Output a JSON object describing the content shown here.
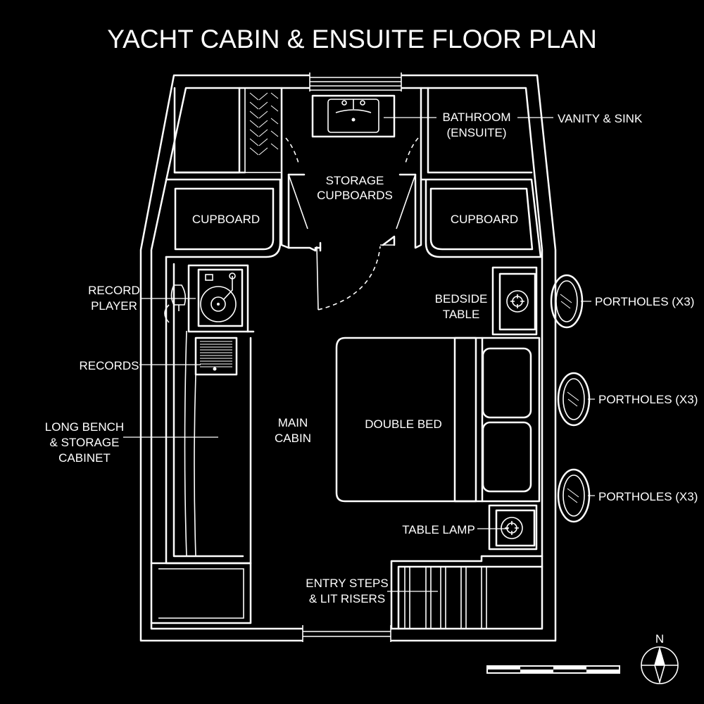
{
  "title": "YACHT CABIN & ENSUITE FLOOR PLAN",
  "labels": {
    "bathroom_1": "BATHROOM",
    "bathroom_2": "(ENSUITE)",
    "vanity": "VANITY & SINK",
    "storage_1": "STORAGE",
    "storage_2": "CUPBOARDS",
    "cupboard_left": "CUPBOARD",
    "cupboard_right": "CUPBOARD",
    "record_player_1": "RECORD",
    "record_player_2": "PLAYER",
    "records": "RECORDS",
    "bench_1": "LONG BENCH",
    "bench_2": "& STORAGE",
    "bench_3": "CABINET",
    "main_cabin_1": "MAIN",
    "main_cabin_2": "CABIN",
    "double_bed": "DOUBLE BED",
    "bedside_1": "BEDSIDE",
    "bedside_2": "TABLE",
    "table_lamp": "TABLE LAMP",
    "entry_1": "ENTRY STEPS",
    "entry_2": "& LIT RISERS",
    "porthole_1": "PORTHOLES (X3)",
    "porthole_2": "PORTHOLES (X3)",
    "porthole_3": "PORTHOLES (X3)"
  },
  "compass": {
    "north": "N",
    "icon": "compass-rose-icon"
  },
  "scale_bar": {
    "icon": "scale-bar-icon"
  },
  "colors": {
    "background": "#000000",
    "line": "#ffffff"
  }
}
